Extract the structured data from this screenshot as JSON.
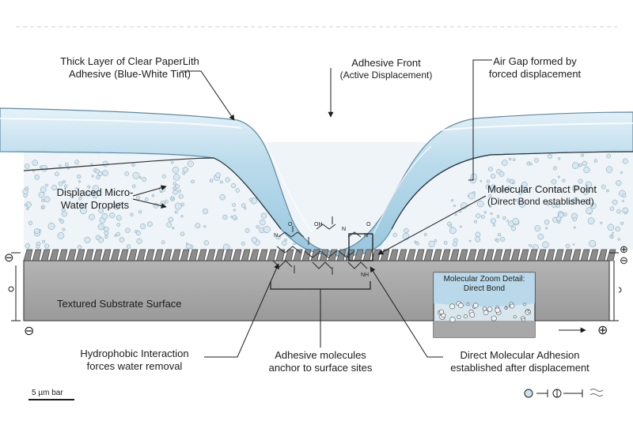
{
  "labels": {
    "thick_layer_l1": "Thick Layer of Clear PaperLith",
    "thick_layer_l2": "Adhesive (Blue-White Tint)",
    "adhesive_front_l1": "Adhesive Front",
    "adhesive_front_l2": "(Active Displacement)",
    "air_gap_l1": "Air Gap formed by",
    "air_gap_l2": "forced displacement",
    "droplets_l1": "Displaced Micro-",
    "droplets_l2": "Water Droplets",
    "contact_l1": "Molecular Contact Point",
    "contact_l2": "(Direct Bond established)",
    "substrate": "Textured Substrate Surface",
    "hydrophobic_l1": "Hydrophobic Interaction",
    "hydrophobic_l2": "forces water removal",
    "anchor_l1": "Adhesive molecules",
    "anchor_l2": "anchor to surface sites",
    "direct_l1": "Direct Molecular Adhesion",
    "direct_l2": "established after displacement",
    "zoom_l1": "Molecular Zoom Detail:",
    "zoom_l2": "Direct Bond",
    "scale_bar": "5 µm bar"
  },
  "colors": {
    "adhesive": "#bcdcec",
    "substrate": "#a4a4a4",
    "droplet": "#d6e8f2",
    "zoom_box": "#d8e6ee"
  },
  "symbols": {
    "minus": "⊖",
    "plus": "⊕",
    "plus_small": "+"
  }
}
